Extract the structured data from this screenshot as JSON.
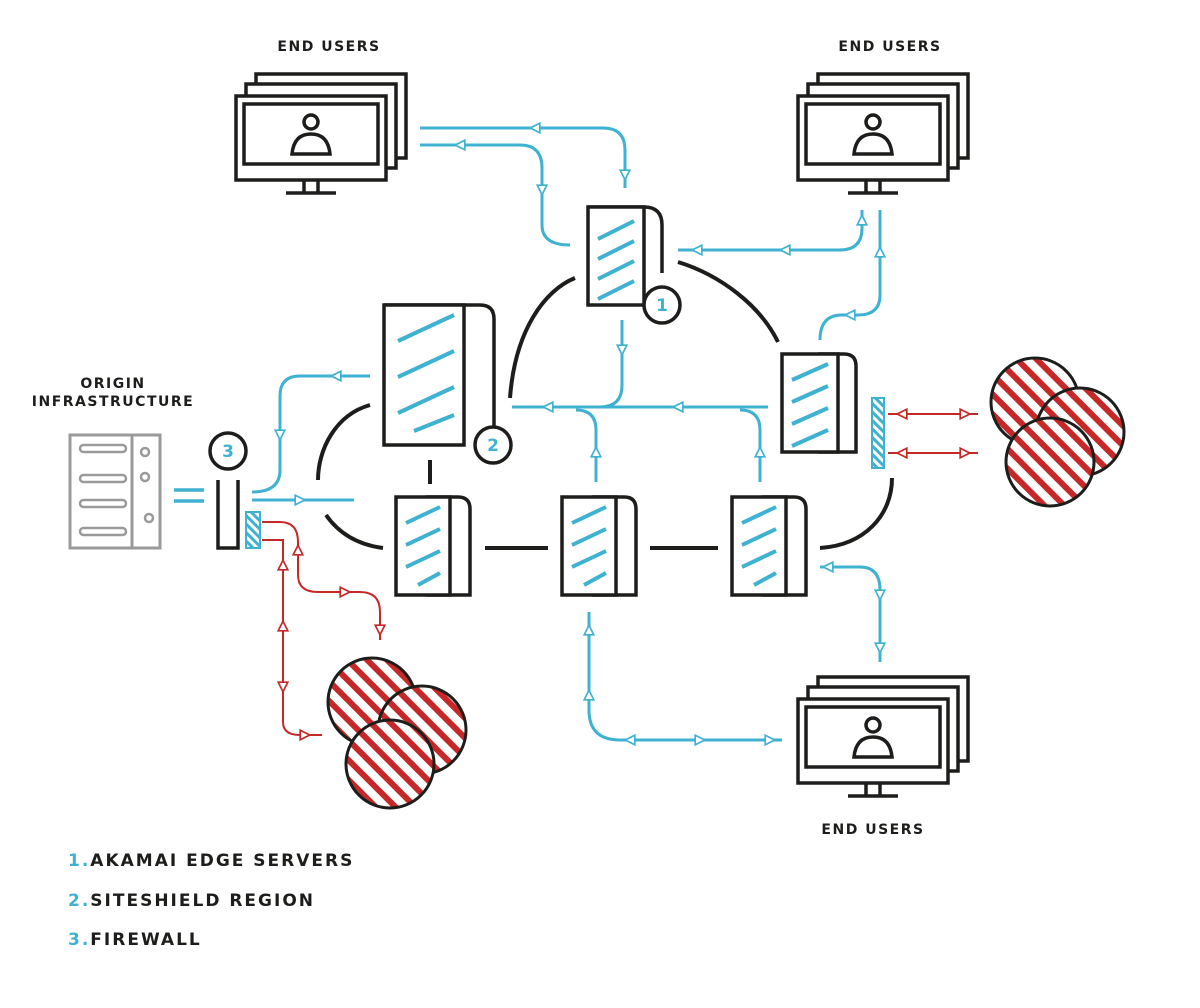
{
  "labels": {
    "end_users_top_left": "END USERS",
    "end_users_top_right": "END USERS",
    "end_users_bottom": "END USERS",
    "origin_line1": "ORIGIN",
    "origin_line2": "INFRASTRUCTURE"
  },
  "badges": [
    "1",
    "2",
    "3"
  ],
  "legend": [
    {
      "num": "1.",
      "text": "AKAMAI EDGE SERVERS"
    },
    {
      "num": "2.",
      "text": "SITESHIELD REGION"
    },
    {
      "num": "3.",
      "text": "FIREWALL"
    }
  ],
  "colors": {
    "ink": "#1d1d1b",
    "accent": "#3fb1d1",
    "threat": "#c62828",
    "origin_gray": "#9a9a9a"
  },
  "icons": [
    "monitor-user-icon",
    "edge-server-icon",
    "origin-server-icon",
    "firewall-icon",
    "attacker-cluster-icon"
  ]
}
